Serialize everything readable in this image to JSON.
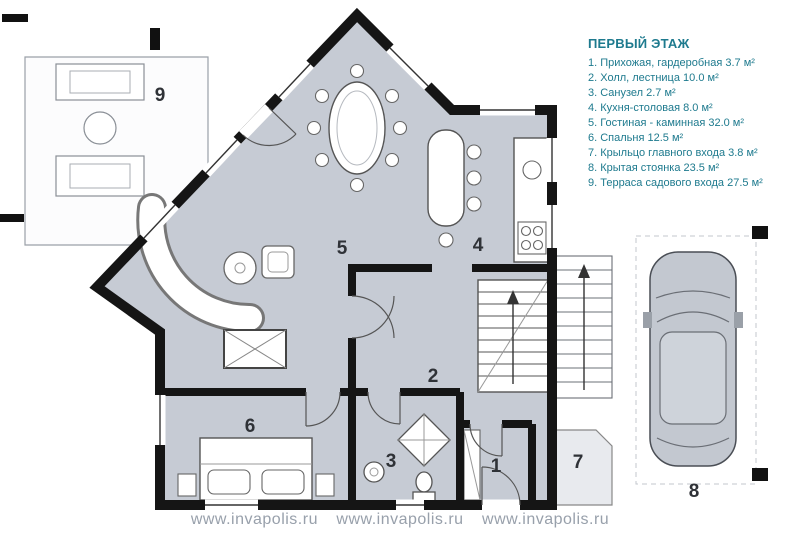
{
  "legend": {
    "title": "ПЕРВЫЙ ЭТАЖ",
    "items": [
      "1. Прихожая, гардеробная 3.7 м²",
      "2. Холл, лестница 10.0 м²",
      "3. Санузел 2.7 м²",
      "4. Кухня-столовая 8.0 м²",
      "5. Гостиная - каминная 32.0 м²",
      "6. Спальня 12.5 м²",
      "7. Крыльцо главного входа 3.8 м²",
      "8. Крытая стоянка 23.5 м²",
      "9. Терраса садового входа 27.5 м²"
    ],
    "text_color": "#1e7a8e"
  },
  "plan": {
    "room_numbers": {
      "r1": "1",
      "r2": "2",
      "r3": "3",
      "r4": "4",
      "r5": "5",
      "r6": "6",
      "r7": "7",
      "r8": "8",
      "r9": "9"
    },
    "colors": {
      "room_fill": "#c6cbd4",
      "wall": "#151515",
      "terrace_fill": "#fcfcfd"
    }
  },
  "watermark": {
    "items": [
      "www.invapolis.ru",
      "www.invapolis.ru",
      "www.invapolis.ru"
    ],
    "color": "#98a0ab"
  }
}
